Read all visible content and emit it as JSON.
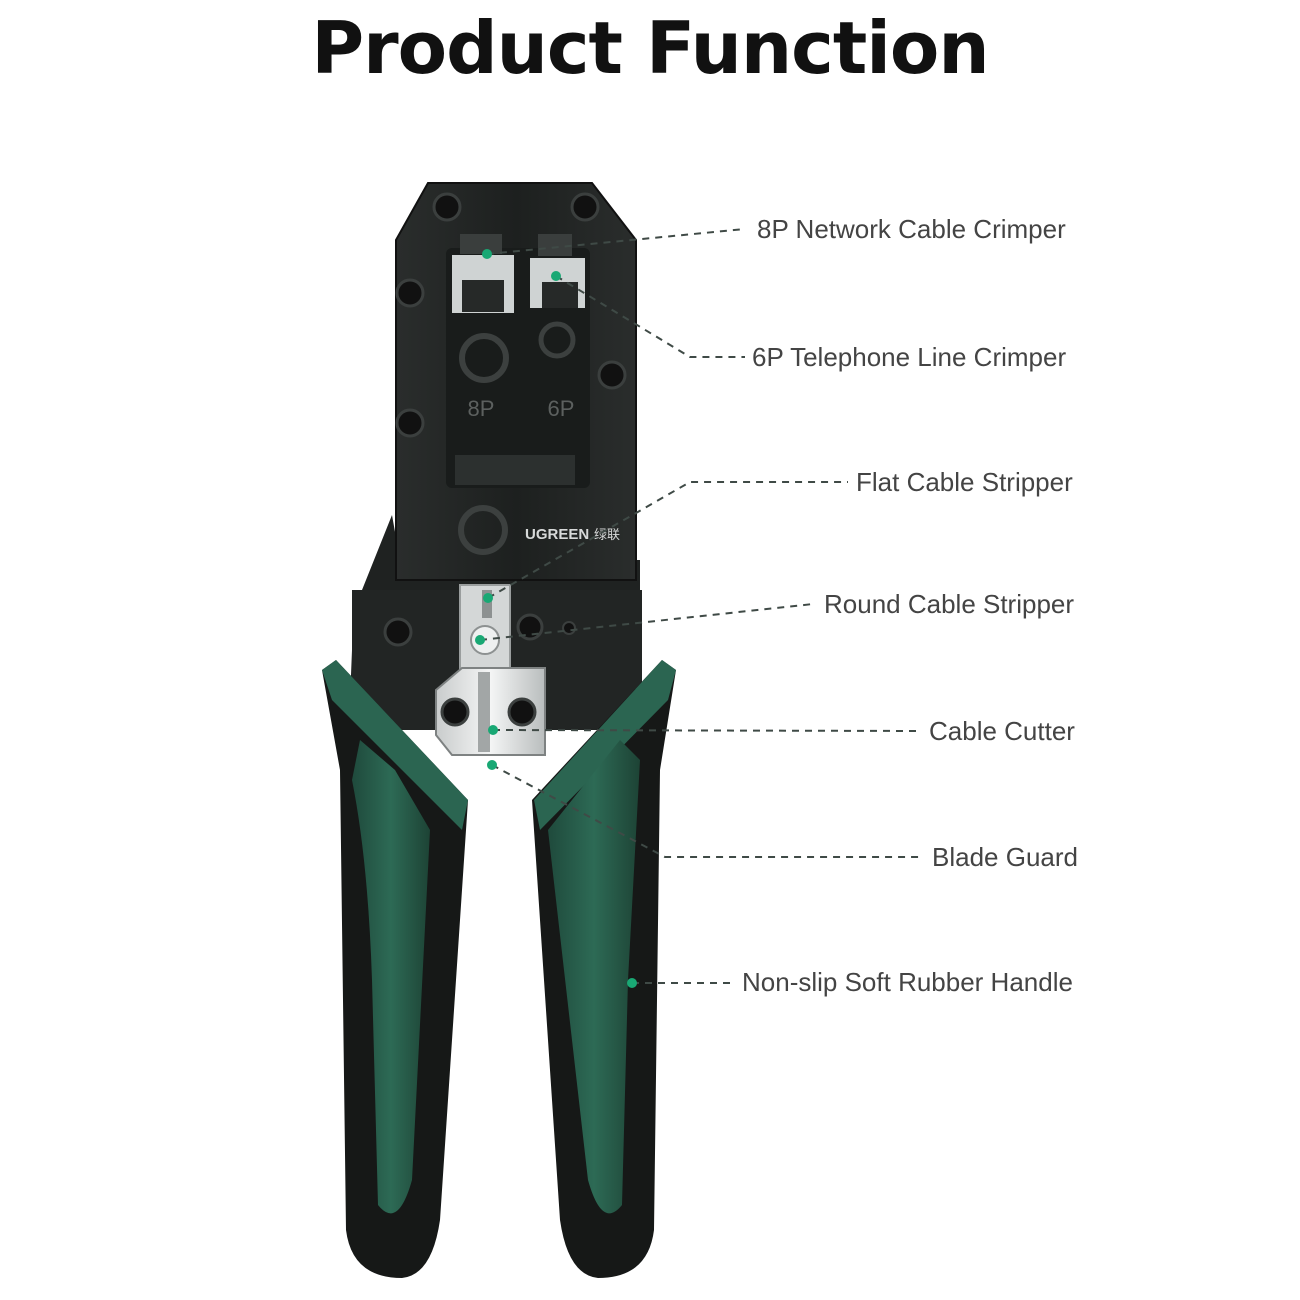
{
  "title": "Product Function",
  "brand": {
    "name": "UGREEN",
    "chinese": "绿联"
  },
  "die_marks": {
    "left": "8P",
    "right": "6P"
  },
  "accent_color": "#0f9b6c",
  "callouts": [
    {
      "label": "8P Network Cable Crimper"
    },
    {
      "label": "6P Telephone Line Crimper"
    },
    {
      "label": "Flat Cable Stripper"
    },
    {
      "label": "Round Cable Stripper"
    },
    {
      "label": "Cable Cutter"
    },
    {
      "label": "Blade Guard"
    },
    {
      "label": "Non-slip Soft Rubber Handle"
    }
  ]
}
